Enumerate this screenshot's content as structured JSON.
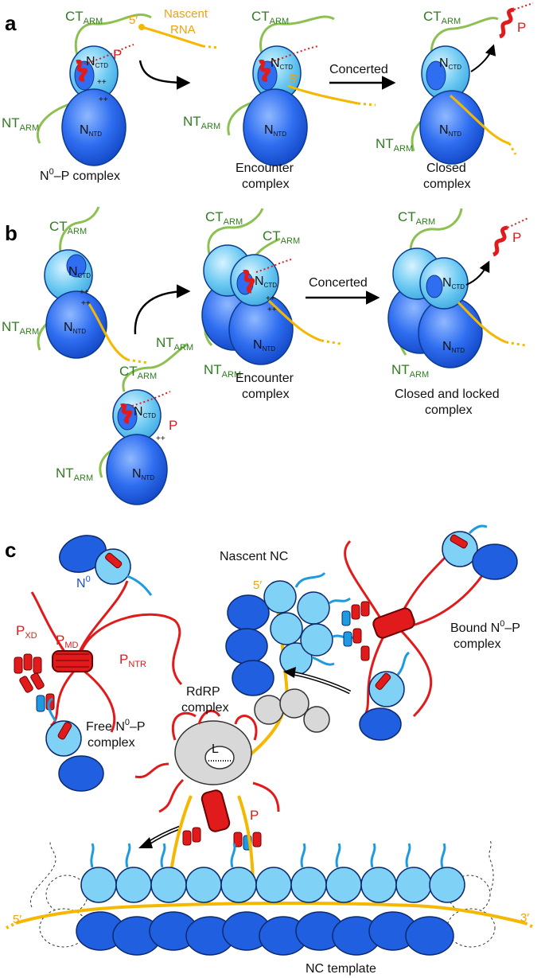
{
  "panels": {
    "a": {
      "letter": "a",
      "labels": {
        "ct_arm": "CT",
        "ct_sub": "ARM",
        "nt_arm": "NT",
        "nt_sub": "ARM",
        "n_ctd": "N",
        "n_ctd_sub": "CTD",
        "n_ntd": "N",
        "n_ntd_sub": "NTD",
        "p": "P",
        "nascent_rna_1": "Nascent",
        "nascent_rna_2": "RNA",
        "five_prime": "5′",
        "plus_signs": "++"
      },
      "steps": {
        "state1": "N0–P complex",
        "state1_pre": "N",
        "state1_sup": "0",
        "state1_post": "–P complex",
        "state2_line1": "Encounter",
        "state2_line2": "complex",
        "arrow2": "Concerted",
        "state3_line1": "Closed",
        "state3_line2": "complex"
      }
    },
    "b": {
      "letter": "b",
      "steps": {
        "state2_line1": "Encounter",
        "state2_line2": "complex",
        "arrow2": "Concerted",
        "state3_line1": "Closed and locked",
        "state3_line2": "complex"
      }
    },
    "c": {
      "letter": "c",
      "labels": {
        "n0": "N",
        "n0_sup": "0",
        "pxd": "P",
        "pxd_sub": "XD",
        "pmd": "P",
        "pmd_sub": "MD",
        "pntr": "P",
        "pntr_sub": "NTR",
        "free_1": "Free N",
        "free_sup": "0",
        "free_2": "–P",
        "free_3": "complex",
        "nascent_nc": "Nascent NC",
        "bound_1": "Bound N",
        "bound_sup": "0",
        "bound_2": "–P",
        "bound_3": "complex",
        "rdrp_1": "RdRP",
        "rdrp_2": "complex",
        "l": "L",
        "p": "P",
        "five_prime": "5′",
        "three_prime": "3′",
        "nc_template": "NC template"
      }
    }
  },
  "colors": {
    "dark_blue": "#1f5fe0",
    "light_blue": "#7fd2f5",
    "arm_green": "#8cc152",
    "rna_yellow": "#f5b800",
    "p_red": "#e11b1b",
    "gray": "#d8d8d8"
  }
}
